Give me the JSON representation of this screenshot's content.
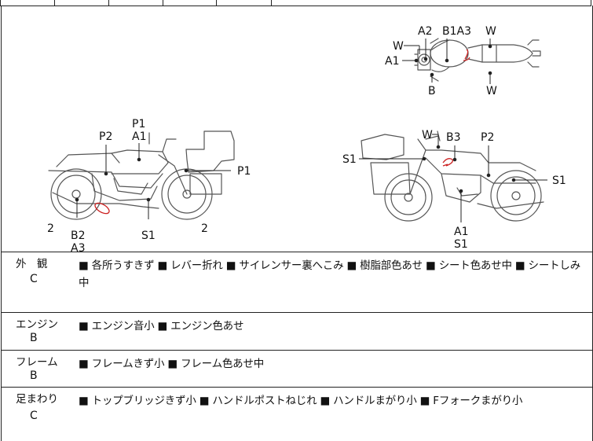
{
  "diagram_labels": {
    "top_view": [
      "A2",
      "B1A3",
      "W",
      "W",
      "A1",
      "B",
      "W"
    ],
    "left_side": [
      "P1",
      "A1",
      "P2",
      "P1",
      "2",
      "B2",
      "A3",
      "S1",
      "2"
    ],
    "right_side": [
      "W",
      "B3",
      "P2",
      "S1",
      "S1",
      "A1",
      "S1"
    ]
  },
  "conditions": [
    {
      "category": "外　観",
      "grade": "C",
      "items": "■ 各所うすきず ■ レバー折れ ■ サイレンサー裏へこみ ■ 樹脂部色あせ ■ シート色あせ中 ■ シートしみ中"
    },
    {
      "category": "エンジン",
      "grade": "B",
      "items": "■ エンジン音小 ■ エンジン色あせ"
    },
    {
      "category": "フレーム",
      "grade": "B",
      "items": "■ フレームきず小 ■ フレーム色あせ中"
    },
    {
      "category": "足まわり",
      "grade": "C",
      "items": "■ トップブリッジきず小 ■ ハンドルポストねじれ ■ ハンドルまがり小 ■ Fフォークまがり小"
    }
  ],
  "colors": {
    "damage_mark": "#cc2222",
    "line": "#555555"
  }
}
